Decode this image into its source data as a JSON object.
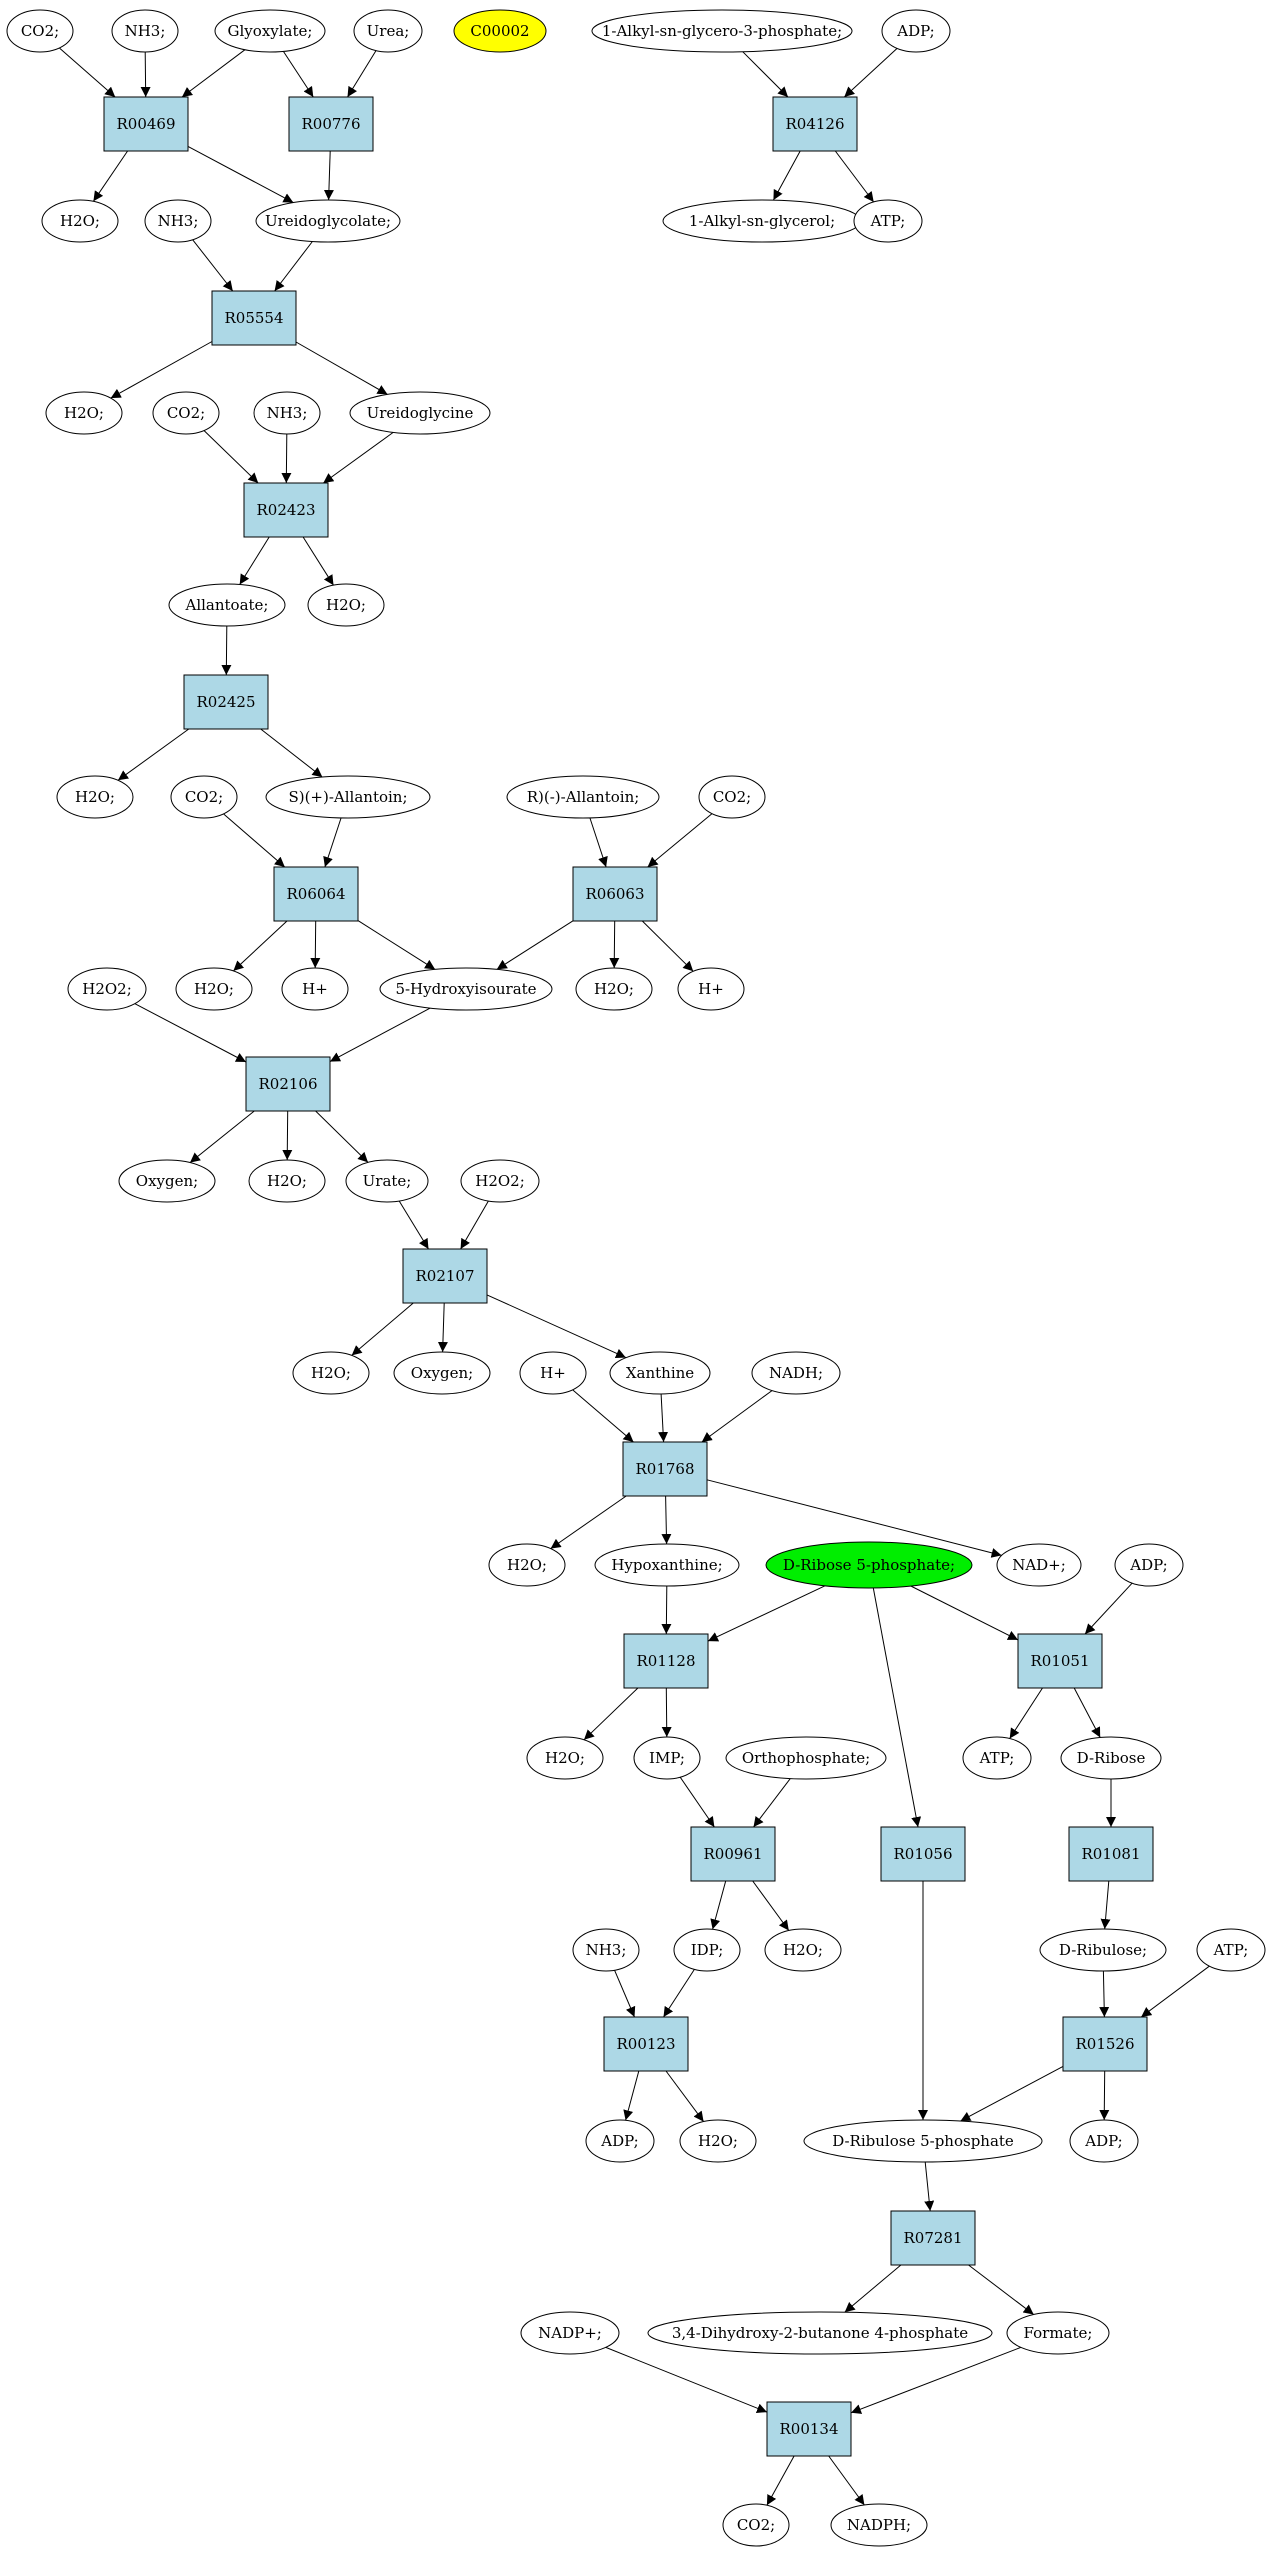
{
  "colors": {
    "reaction_fill": "#add8e6",
    "compound_fill": "#ffffff",
    "highlight_yellow": "#ffff00",
    "highlight_green": "#00ee00",
    "stroke": "#000000"
  },
  "nodes": [
    {
      "id": "co2_a",
      "label": "CO2;",
      "shape": "ellipse"
    },
    {
      "id": "nh3_a",
      "label": "NH3;",
      "shape": "ellipse"
    },
    {
      "id": "glyoxylate",
      "label": "Glyoxylate;",
      "shape": "ellipse"
    },
    {
      "id": "urea",
      "label": "Urea;",
      "shape": "ellipse"
    },
    {
      "id": "c00002",
      "label": "C00002",
      "shape": "ellipse",
      "fill": "highlight_yellow"
    },
    {
      "id": "alkyl_g3p",
      "label": "1-Alkyl-sn-glycero-3-phosphate;",
      "shape": "ellipse"
    },
    {
      "id": "adp_a",
      "label": "ADP;",
      "shape": "ellipse"
    },
    {
      "id": "R00469",
      "label": "R00469",
      "shape": "box"
    },
    {
      "id": "R00776",
      "label": "R00776",
      "shape": "box"
    },
    {
      "id": "R04126",
      "label": "R04126",
      "shape": "box"
    },
    {
      "id": "h2o_a",
      "label": "H2O;",
      "shape": "ellipse"
    },
    {
      "id": "nh3_b",
      "label": "NH3;",
      "shape": "ellipse"
    },
    {
      "id": "ureidoglycolate",
      "label": "Ureidoglycolate;",
      "shape": "ellipse"
    },
    {
      "id": "alkyl_glycerol",
      "label": "1-Alkyl-sn-glycerol;",
      "shape": "ellipse"
    },
    {
      "id": "atp_a",
      "label": "ATP;",
      "shape": "ellipse"
    },
    {
      "id": "R05554",
      "label": "R05554",
      "shape": "box"
    },
    {
      "id": "h2o_b",
      "label": "H2O;",
      "shape": "ellipse"
    },
    {
      "id": "co2_b",
      "label": "CO2;",
      "shape": "ellipse"
    },
    {
      "id": "nh3_c",
      "label": "NH3;",
      "shape": "ellipse"
    },
    {
      "id": "ureidoglycine",
      "label": "Ureidoglycine",
      "shape": "ellipse"
    },
    {
      "id": "R02423",
      "label": "R02423",
      "shape": "box"
    },
    {
      "id": "allantoate",
      "label": "Allantoate;",
      "shape": "ellipse"
    },
    {
      "id": "h2o_c",
      "label": "H2O;",
      "shape": "ellipse"
    },
    {
      "id": "R02425",
      "label": "R02425",
      "shape": "box"
    },
    {
      "id": "h2o_d",
      "label": "H2O;",
      "shape": "ellipse"
    },
    {
      "id": "co2_c",
      "label": "CO2;",
      "shape": "ellipse"
    },
    {
      "id": "s_allantoin",
      "label": "S)(+)-Allantoin;",
      "shape": "ellipse"
    },
    {
      "id": "r_allantoin",
      "label": "R)(-)-Allantoin;",
      "shape": "ellipse"
    },
    {
      "id": "co2_d",
      "label": "CO2;",
      "shape": "ellipse"
    },
    {
      "id": "R06064",
      "label": "R06064",
      "shape": "box"
    },
    {
      "id": "R06063",
      "label": "R06063",
      "shape": "box"
    },
    {
      "id": "h2o2_a",
      "label": "H2O2;",
      "shape": "ellipse"
    },
    {
      "id": "h2o_e",
      "label": "H2O;",
      "shape": "ellipse"
    },
    {
      "id": "hplus_a",
      "label": "H+",
      "shape": "ellipse"
    },
    {
      "id": "hydroxyisourate",
      "label": "5-Hydroxyisourate",
      "shape": "ellipse"
    },
    {
      "id": "h2o_f",
      "label": "H2O;",
      "shape": "ellipse"
    },
    {
      "id": "hplus_b",
      "label": "H+",
      "shape": "ellipse"
    },
    {
      "id": "R02106",
      "label": "R02106",
      "shape": "box"
    },
    {
      "id": "oxygen_a",
      "label": "Oxygen;",
      "shape": "ellipse"
    },
    {
      "id": "h2o_g",
      "label": "H2O;",
      "shape": "ellipse"
    },
    {
      "id": "urate",
      "label": "Urate;",
      "shape": "ellipse"
    },
    {
      "id": "h2o2_b",
      "label": "H2O2;",
      "shape": "ellipse"
    },
    {
      "id": "R02107",
      "label": "R02107",
      "shape": "box"
    },
    {
      "id": "h2o_h",
      "label": "H2O;",
      "shape": "ellipse"
    },
    {
      "id": "oxygen_b",
      "label": "Oxygen;",
      "shape": "ellipse"
    },
    {
      "id": "hplus_c",
      "label": "H+",
      "shape": "ellipse"
    },
    {
      "id": "xanthine",
      "label": "Xanthine",
      "shape": "ellipse"
    },
    {
      "id": "nadh",
      "label": "NADH;",
      "shape": "ellipse"
    },
    {
      "id": "R01768",
      "label": "R01768",
      "shape": "box"
    },
    {
      "id": "h2o_i",
      "label": "H2O;",
      "shape": "ellipse"
    },
    {
      "id": "hypoxanthine",
      "label": "Hypoxanthine;",
      "shape": "ellipse"
    },
    {
      "id": "ribose5p",
      "label": "D-Ribose 5-phosphate;",
      "shape": "ellipse",
      "fill": "highlight_green"
    },
    {
      "id": "nadplus_a",
      "label": "NAD+;",
      "shape": "ellipse"
    },
    {
      "id": "adp_b",
      "label": "ADP;",
      "shape": "ellipse"
    },
    {
      "id": "R01128",
      "label": "R01128",
      "shape": "box"
    },
    {
      "id": "R01051",
      "label": "R01051",
      "shape": "box"
    },
    {
      "id": "h2o_j",
      "label": "H2O;",
      "shape": "ellipse"
    },
    {
      "id": "imp",
      "label": "IMP;",
      "shape": "ellipse"
    },
    {
      "id": "orthophosphate",
      "label": "Orthophosphate;",
      "shape": "ellipse"
    },
    {
      "id": "atp_b",
      "label": "ATP;",
      "shape": "ellipse"
    },
    {
      "id": "d_ribose",
      "label": "D-Ribose",
      "shape": "ellipse"
    },
    {
      "id": "R00961",
      "label": "R00961",
      "shape": "box"
    },
    {
      "id": "R01056",
      "label": "R01056",
      "shape": "box"
    },
    {
      "id": "R01081",
      "label": "R01081",
      "shape": "box"
    },
    {
      "id": "nh3_d",
      "label": "NH3;",
      "shape": "ellipse"
    },
    {
      "id": "idp",
      "label": "IDP;",
      "shape": "ellipse"
    },
    {
      "id": "h2o_k",
      "label": "H2O;",
      "shape": "ellipse"
    },
    {
      "id": "d_ribulose",
      "label": "D-Ribulose;",
      "shape": "ellipse"
    },
    {
      "id": "atp_c",
      "label": "ATP;",
      "shape": "ellipse"
    },
    {
      "id": "R00123",
      "label": "R00123",
      "shape": "box"
    },
    {
      "id": "R01526",
      "label": "R01526",
      "shape": "box"
    },
    {
      "id": "adp_c",
      "label": "ADP;",
      "shape": "ellipse"
    },
    {
      "id": "h2o_l",
      "label": "H2O;",
      "shape": "ellipse"
    },
    {
      "id": "ribulose5p",
      "label": "D-Ribulose 5-phosphate",
      "shape": "ellipse"
    },
    {
      "id": "adp_d",
      "label": "ADP;",
      "shape": "ellipse"
    },
    {
      "id": "R07281",
      "label": "R07281",
      "shape": "box"
    },
    {
      "id": "nadpplus",
      "label": "NADP+;",
      "shape": "ellipse"
    },
    {
      "id": "dihydroxybutanone",
      "label": "3,4-Dihydroxy-2-butanone 4-phosphate",
      "shape": "ellipse"
    },
    {
      "id": "formate",
      "label": "Formate;",
      "shape": "ellipse"
    },
    {
      "id": "R00134",
      "label": "R00134",
      "shape": "box"
    },
    {
      "id": "co2_e",
      "label": "CO2;",
      "shape": "ellipse"
    },
    {
      "id": "nadph",
      "label": "NADPH;",
      "shape": "ellipse"
    }
  ],
  "edges": [
    [
      "co2_a",
      "R00469"
    ],
    [
      "nh3_a",
      "R00469"
    ],
    [
      "glyoxylate",
      "R00469"
    ],
    [
      "glyoxylate",
      "R00776"
    ],
    [
      "urea",
      "R00776"
    ],
    [
      "alkyl_g3p",
      "R04126"
    ],
    [
      "adp_a",
      "R04126"
    ],
    [
      "R00469",
      "h2o_a"
    ],
    [
      "R00469",
      "ureidoglycolate"
    ],
    [
      "R00776",
      "ureidoglycolate"
    ],
    [
      "R04126",
      "alkyl_glycerol"
    ],
    [
      "R04126",
      "atp_a"
    ],
    [
      "nh3_b",
      "R05554"
    ],
    [
      "ureidoglycolate",
      "R05554"
    ],
    [
      "R05554",
      "h2o_b"
    ],
    [
      "R05554",
      "ureidoglycine"
    ],
    [
      "co2_b",
      "R02423"
    ],
    [
      "nh3_c",
      "R02423"
    ],
    [
      "ureidoglycine",
      "R02423"
    ],
    [
      "R02423",
      "allantoate"
    ],
    [
      "R02423",
      "h2o_c"
    ],
    [
      "allantoate",
      "R02425"
    ],
    [
      "R02425",
      "h2o_d"
    ],
    [
      "R02425",
      "s_allantoin"
    ],
    [
      "co2_c",
      "R06064"
    ],
    [
      "s_allantoin",
      "R06064"
    ],
    [
      "r_allantoin",
      "R06063"
    ],
    [
      "co2_d",
      "R06063"
    ],
    [
      "R06064",
      "h2o_e"
    ],
    [
      "R06064",
      "hplus_a"
    ],
    [
      "R06064",
      "hydroxyisourate"
    ],
    [
      "R06063",
      "hydroxyisourate"
    ],
    [
      "R06063",
      "h2o_f"
    ],
    [
      "R06063",
      "hplus_b"
    ],
    [
      "h2o2_a",
      "R02106"
    ],
    [
      "hydroxyisourate",
      "R02106"
    ],
    [
      "R02106",
      "oxygen_a"
    ],
    [
      "R02106",
      "h2o_g"
    ],
    [
      "R02106",
      "urate"
    ],
    [
      "urate",
      "R02107"
    ],
    [
      "h2o2_b",
      "R02107"
    ],
    [
      "R02107",
      "h2o_h"
    ],
    [
      "R02107",
      "oxygen_b"
    ],
    [
      "R02107",
      "xanthine"
    ],
    [
      "hplus_c",
      "R01768"
    ],
    [
      "xanthine",
      "R01768"
    ],
    [
      "nadh",
      "R01768"
    ],
    [
      "R01768",
      "h2o_i"
    ],
    [
      "R01768",
      "hypoxanthine"
    ],
    [
      "R01768",
      "nadplus_a"
    ],
    [
      "hypoxanthine",
      "R01128"
    ],
    [
      "ribose5p",
      "R01128"
    ],
    [
      "ribose5p",
      "R01051"
    ],
    [
      "adp_b",
      "R01051"
    ],
    [
      "ribose5p",
      "R01056"
    ],
    [
      "R01128",
      "h2o_j"
    ],
    [
      "R01128",
      "imp"
    ],
    [
      "R01051",
      "atp_b"
    ],
    [
      "R01051",
      "d_ribose"
    ],
    [
      "imp",
      "R00961"
    ],
    [
      "orthophosphate",
      "R00961"
    ],
    [
      "d_ribose",
      "R01081"
    ],
    [
      "R00961",
      "idp"
    ],
    [
      "R00961",
      "h2o_k"
    ],
    [
      "R01081",
      "d_ribulose"
    ],
    [
      "nh3_d",
      "R00123"
    ],
    [
      "idp",
      "R00123"
    ],
    [
      "d_ribulose",
      "R01526"
    ],
    [
      "atp_c",
      "R01526"
    ],
    [
      "R00123",
      "adp_c"
    ],
    [
      "R00123",
      "h2o_l"
    ],
    [
      "R01056",
      "ribulose5p"
    ],
    [
      "R01526",
      "ribulose5p"
    ],
    [
      "R01526",
      "adp_d"
    ],
    [
      "ribulose5p",
      "R07281"
    ],
    [
      "R07281",
      "dihydroxybutanone"
    ],
    [
      "R07281",
      "formate"
    ],
    [
      "nadpplus",
      "R00134"
    ],
    [
      "formate",
      "R00134"
    ],
    [
      "R00134",
      "co2_e"
    ],
    [
      "R00134",
      "nadph"
    ]
  ]
}
